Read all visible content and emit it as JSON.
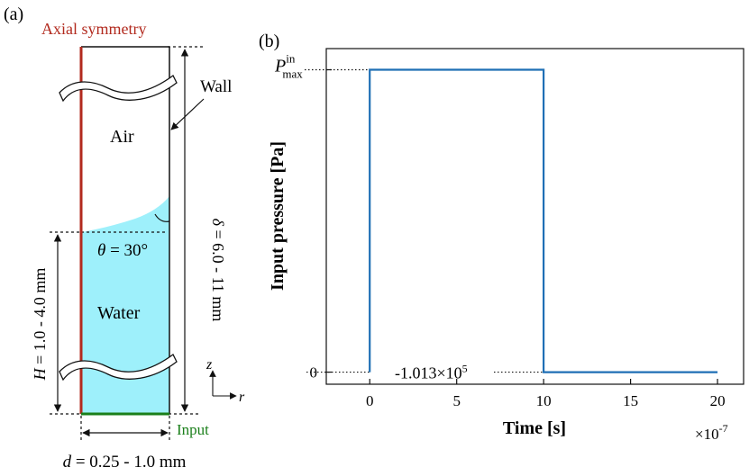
{
  "panel_a": {
    "label": "(a)",
    "axial_symmetry": "Axial symmetry",
    "wall": "Wall",
    "air": "Air",
    "water": "Water",
    "theta": {
      "symbol": "θ",
      "rest": " = 30°"
    },
    "delta": {
      "symbol": "δ",
      "rest": " = 6.0 - 11 mm"
    },
    "height": {
      "symbol": "H",
      "rest": " = 1.0 - 4.0 mm"
    },
    "diameter": {
      "symbol": "d",
      "rest": " = 0.25 - 1.0 mm"
    },
    "input": "Input",
    "axis_z": "z",
    "axis_r": "r",
    "colors": {
      "axis_line": "#b22a1e",
      "input_line": "#1a7f1a",
      "water": "#9ef0fb",
      "label_red": "#b22a1e",
      "label_green": "#1a7f1a"
    }
  },
  "panel_b": {
    "label": "(b)",
    "y_tick_max": {
      "base": "P",
      "sup": "in",
      "sub": "max"
    },
    "y_tick_zero": "0",
    "min_annotation": "-1.013×10",
    "min_annotation_exp": "5",
    "exp_label": "×10",
    "exp_value": "-7"
  },
  "chart_data": {
    "type": "line",
    "xlabel": "Time  [s]",
    "ylabel": "Input pressure  [Pa]",
    "xlim": [
      -2.5,
      21.5
    ],
    "ylim": [
      -0.04,
      1.07
    ],
    "x_ticks": [
      0,
      5,
      10,
      15,
      20
    ],
    "x_tick_labels": [
      "0",
      "5",
      "10",
      "15",
      "20"
    ],
    "x_scale_exponent": "×10^-7",
    "series": [
      {
        "x": [
          0,
          0,
          10,
          10,
          20
        ],
        "y": [
          0,
          1,
          1,
          0,
          0
        ],
        "color": "#1f6fb5"
      }
    ],
    "y_ticks": [
      0,
      1
    ],
    "grid": false
  }
}
